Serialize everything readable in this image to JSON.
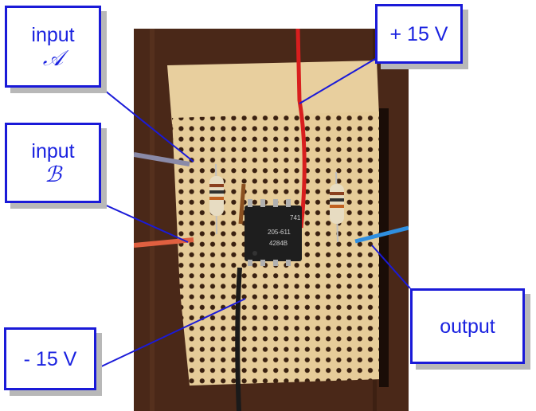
{
  "labels": {
    "input_a": {
      "text": "input",
      "symbol": "𝒜"
    },
    "input_b": {
      "text": "input",
      "symbol": "ℬ"
    },
    "plus_supply": {
      "text": "+ 15 V"
    },
    "minus_supply": {
      "text": "- 15 V"
    },
    "output": {
      "text": "output"
    }
  },
  "chip": {
    "marking_line1": "741",
    "marking_line2": "205-611",
    "marking_line3": "4284B"
  },
  "colors": {
    "label_border": "#1a1ad8",
    "label_text": "#1a22e0",
    "leader_line": "#1a1ad8",
    "board": "#e6cc99",
    "wire_red": "#d81e1e",
    "wire_blue": "#2f8fe0",
    "wire_orange": "#e06040",
    "wire_black": "#1a1a1a",
    "wire_gray": "#8a8aa8"
  }
}
